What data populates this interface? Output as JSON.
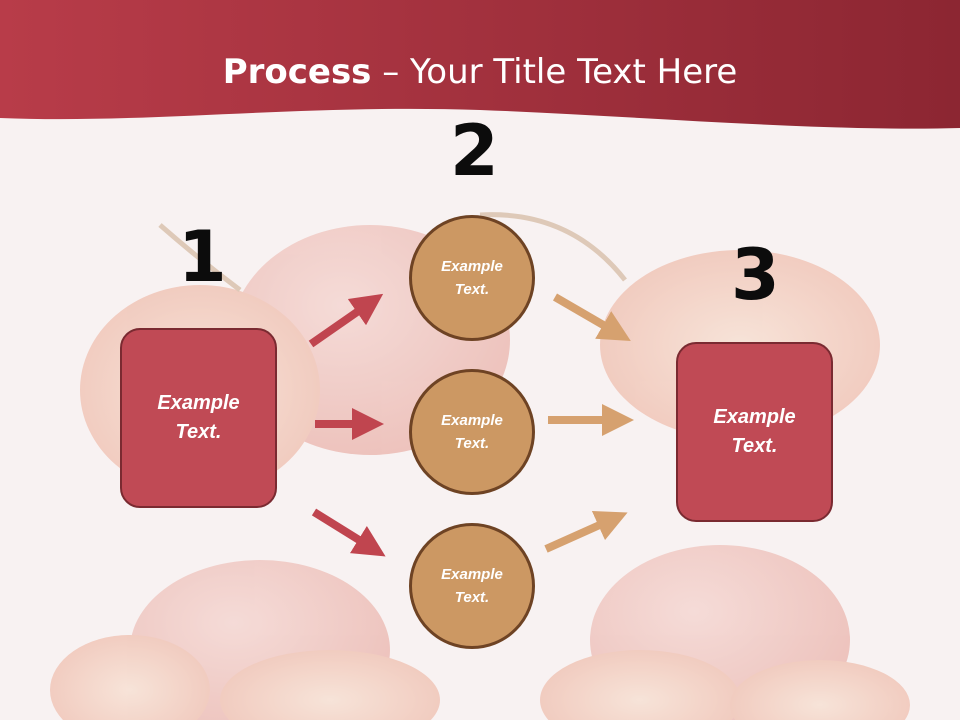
{
  "title": {
    "bold": "Process",
    "rest": " – Your Title Text Here"
  },
  "steps": [
    {
      "number": "1",
      "label": "Example\nText."
    },
    {
      "number": "2",
      "labels": [
        "Example\nText.",
        "Example\nText.",
        "Example\nText."
      ]
    },
    {
      "number": "3",
      "label": "Example\nText."
    }
  ],
  "colors": {
    "header": "#a53642",
    "box": "#c04a55",
    "circle": "#cc9863",
    "arrow_red": "#c0454f",
    "arrow_tan": "#d6a16f"
  }
}
